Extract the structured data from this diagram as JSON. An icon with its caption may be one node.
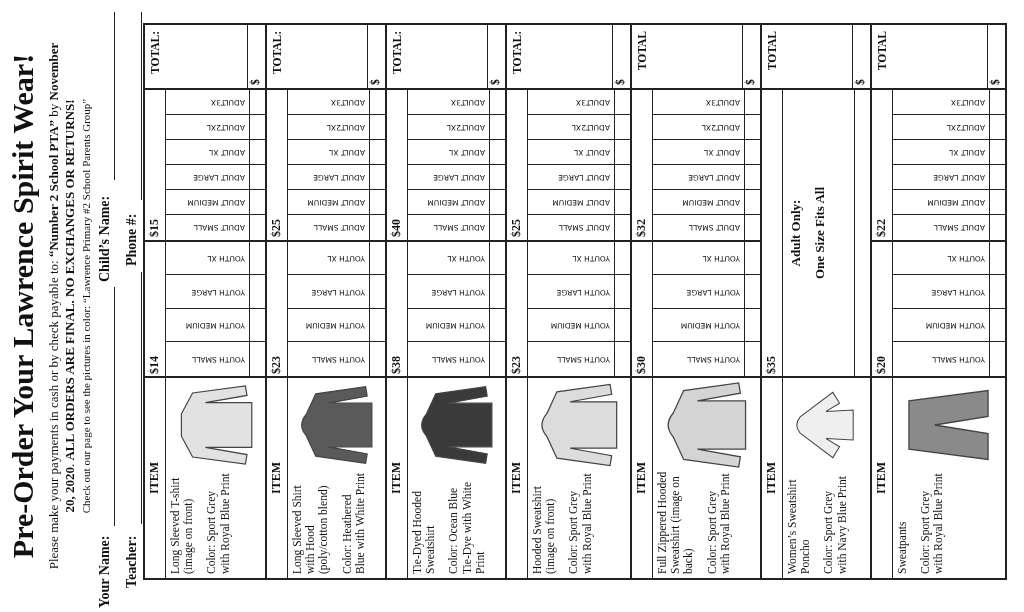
{
  "diagram": {
    "title": "Pre-Order Your Lawrence Spirit Wear!",
    "labels": [
      "Please make your payments in cash or by check payable to: **“Number 2 School PTA”** by **November 20, 2020**.  **ALL ORDERS ARE FINAL.**  **NO EXCHANGES OR RETURNS!**",
      "Check out our page to see the pictures in color: “Lawrence Primary #2 School Parents Group”",
      "Your Name:",
      "Child’s Name:",
      "Teacher:",
      "Phone #:"
    ],
    "nodes": [
      {
        "text": [
          "ITEM",
          "Long Sleeved T-shirt (image on front)",
          "Color: Sport Grey with Royal Blue Print",
          "$14",
          "YOUTH SMALL",
          "YOUTH MEDIUM",
          "YOUTH LARGE",
          "YOUTH XL",
          "$15",
          "ADULT SMALL",
          "ADULT MEDIUM",
          "ADULT LARGE",
          "ADULT XL",
          "ADULT2XL",
          "ADULT3X",
          "TOTAL:",
          "$"
        ]
      },
      {
        "text": [
          "ITEM",
          "Long Sleeved Shirt with Hood (poly/cotton blend)",
          "Color: Heathered Blue with White Print",
          "$23",
          "YOUTH SMALL",
          "YOUTH MEDIUM",
          "YOUTH LARGE",
          "YOUTH XL",
          "$25",
          "ADULT SMALL",
          "ADULT MEDIUM",
          "ADULT LARGE",
          "ADULT XL",
          "ADULT2XL",
          "ADULT3X",
          "TOTAL:",
          "$"
        ]
      },
      {
        "text": [
          "ITEM",
          "Tie-Dyed Hooded Sweatshirt",
          "Color: Ocean Blue Tie-Dye with White Print",
          "$38",
          "YOUTH SMALL",
          "YOUTH MEDIUM",
          "YOUTH LARGE",
          "YOUTH XL",
          "$40",
          "ADULT SMALL",
          "ADULT MEDIUM",
          "ADULT LARGE",
          "ADULT XL",
          "ADULT2XL",
          "ADULT3X",
          "TOTAL:",
          "$"
        ]
      },
      {
        "text": [
          "ITEM",
          "Hooded Sweatshirt (image on front)",
          "Color: Sport Grey with Royal Blue Print",
          "$23",
          "YOUTH SMALL",
          "YOUTH MEDIUM",
          "YOUTH LARGE",
          "YOUTH XL",
          "$25",
          "ADULT SMALL",
          "ADULT MEDIUM",
          "ADULT LARGE",
          "ADULT XL",
          "ADULT2XL",
          "ADULT3X",
          "TOTAL:",
          "$"
        ]
      },
      {
        "text": [
          "ITEM",
          "Full Zippered Hooded Sweatshirt (image on back)",
          "Color: Sport Grey with Royal Blue Print",
          "$30",
          "YOUTH SMALL",
          "YOUTH MEDIUM",
          "YOUTH LARGE",
          "YOUTH XL",
          "$32",
          "ADULT SMALL",
          "ADULT MEDIUM",
          "ADULT LARGE",
          "ADULT XL",
          "ADULT2XL",
          "ADULT3X",
          "TOTAL",
          "$"
        ]
      },
      {
        "text": [
          "ITEM",
          "Women’s Sweatshirt Poncho",
          "Color: Sport Grey with Navy Blue Print",
          "$35",
          "Adult Only:",
          "One Size Fits All",
          "TOTAL",
          "$"
        ]
      },
      {
        "text": [
          "ITEM",
          "Sweatpants",
          "Color: Sport Grey with Royal Blue Print",
          "$20",
          "YOUTH SMALL",
          "YOUTH MEDIUM",
          "YOUTH LARGE",
          "YOUTH XL",
          "$22",
          "ADULT SMALL",
          "ADULT MEDIUM",
          "ADULT LARGE",
          "ADULT XL",
          "ADULT2XL",
          "ADULT3X",
          "TOTAL",
          "$"
        ]
      }
    ]
  }
}
